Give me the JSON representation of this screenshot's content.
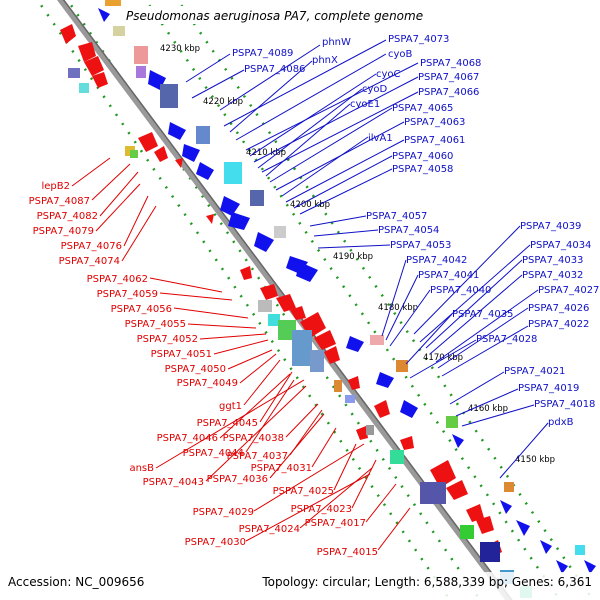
{
  "title": "Pseudomonas aeruginosa PA7, complete genome",
  "footer": {
    "accession": "Accession: NC_009656",
    "topology": "Topology: circular; Length: 6,588,339 bp; Genes: 6,361"
  },
  "kbp_ticks": [
    "4230 kbp",
    "4220 kbp",
    "4210 kbp",
    "4200 kbp",
    "4190 kbp",
    "4180 kbp",
    "4170 kbp",
    "4160 kbp",
    "4150 kbp"
  ],
  "left_labels": [
    "lepB2",
    "PSPA7_4087",
    "PSPA7_4082",
    "PSPA7_4079",
    "PSPA7_4076",
    "PSPA7_4074",
    "PSPA7_4062",
    "PSPA7_4059",
    "PSPA7_4056",
    "PSPA7_4055",
    "PSPA7_4052",
    "PSPA7_4051",
    "PSPA7_4050",
    "PSPA7_4049",
    "ggt1",
    "PSPA7_4045",
    "PSPA7_4046",
    "PSPA7_4044",
    "ansB",
    "PSPA7_4043",
    "PSPA7_4038",
    "PSPA7_4037",
    "PSPA7_4036",
    "PSPA7_4031",
    "PSPA7_4025",
    "PSPA7_4029",
    "PSPA7_4023",
    "PSPA7_4024",
    "PSPA7_4017",
    "PSPA7_4030",
    "PSPA7_4015"
  ],
  "right_labels": [
    "PSPA7_4089",
    "phnW",
    "PSPA7_4073",
    "PSPA7_4086",
    "phnX",
    "cyoB",
    "PSPA7_4068",
    "cyoC",
    "PSPA7_4067",
    "cyoD",
    "PSPA7_4066",
    "cyoE1",
    "PSPA7_4065",
    "PSPA7_4063",
    "ilvA1",
    "PSPA7_4061",
    "PSPA7_4060",
    "PSPA7_4058",
    "PSPA7_4057",
    "PSPA7_4054",
    "PSPA7_4053",
    "PSPA7_4039",
    "PSPA7_4034",
    "PSPA7_4042",
    "PSPA7_4033",
    "PSPA7_4041",
    "PSPA7_4032",
    "PSPA7_4040",
    "PSPA7_4027",
    "PSPA7_4035",
    "PSPA7_4026",
    "PSPA7_4022",
    "PSPA7_4028",
    "PSPA7_4021",
    "PSPA7_4019",
    "PSPA7_4018",
    "pdxB"
  ],
  "colors": {
    "forward": "#ee1111",
    "reverse": "#1111ee",
    "backbone": "#999999",
    "guide": "#229922"
  }
}
